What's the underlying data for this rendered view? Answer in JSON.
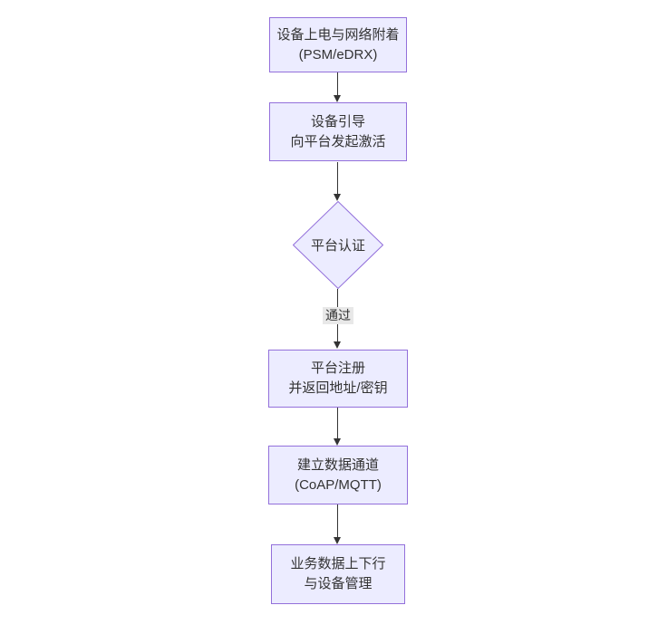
{
  "diagram": {
    "type": "flowchart-top-down",
    "colors": {
      "background": "#ffffff",
      "node_fill": "#ECECFF",
      "node_border": "#9370DB",
      "text_color": "#333333",
      "line_color": "#333333",
      "edge_label_bg": "#e8e8e8"
    },
    "nodes": [
      {
        "id": "attach",
        "type": "rect",
        "lines": [
          "设备上电与网络附着",
          "(PSM/eDRX)"
        ]
      },
      {
        "id": "boot",
        "type": "rect",
        "lines": [
          "设备引导",
          "向平台发起激活"
        ]
      },
      {
        "id": "auth",
        "type": "diamond",
        "lines": [
          "平台认证"
        ]
      },
      {
        "id": "register",
        "type": "rect",
        "lines": [
          "平台注册",
          "并返回地址/密钥"
        ]
      },
      {
        "id": "channel",
        "type": "rect",
        "lines": [
          "建立数据通道",
          "(CoAP/MQTT)"
        ]
      },
      {
        "id": "business",
        "type": "rect",
        "lines": [
          "业务数据上下行",
          "与设备管理"
        ]
      }
    ],
    "edges": [
      {
        "from": "attach",
        "to": "boot",
        "label": ""
      },
      {
        "from": "boot",
        "to": "auth",
        "label": ""
      },
      {
        "from": "auth",
        "to": "register",
        "label": "通过"
      },
      {
        "from": "register",
        "to": "channel",
        "label": ""
      },
      {
        "from": "channel",
        "to": "business",
        "label": ""
      }
    ]
  }
}
